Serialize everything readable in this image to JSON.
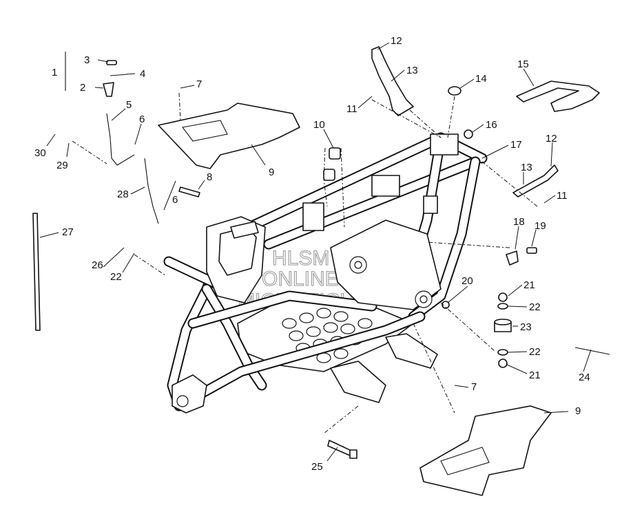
{
  "diagram": {
    "callouts": [
      {
        "id": "c1",
        "text": "1"
      },
      {
        "id": "c3",
        "text": "3"
      },
      {
        "id": "c4",
        "text": "4"
      },
      {
        "id": "c2",
        "text": "2"
      },
      {
        "id": "c5",
        "text": "5"
      },
      {
        "id": "c6a",
        "text": "6"
      },
      {
        "id": "c6b",
        "text": "6"
      },
      {
        "id": "c7a",
        "text": "7"
      },
      {
        "id": "c7b",
        "text": "7"
      },
      {
        "id": "c8",
        "text": "8"
      },
      {
        "id": "c9a",
        "text": "9"
      },
      {
        "id": "c9b",
        "text": "9"
      },
      {
        "id": "c10",
        "text": "10"
      },
      {
        "id": "c11a",
        "text": "11"
      },
      {
        "id": "c11b",
        "text": "11"
      },
      {
        "id": "c12a",
        "text": "12"
      },
      {
        "id": "c12b",
        "text": "12"
      },
      {
        "id": "c13a",
        "text": "13"
      },
      {
        "id": "c13b",
        "text": "13"
      },
      {
        "id": "c14",
        "text": "14"
      },
      {
        "id": "c15",
        "text": "15"
      },
      {
        "id": "c16",
        "text": "16"
      },
      {
        "id": "c17",
        "text": "17"
      },
      {
        "id": "c18",
        "text": "18"
      },
      {
        "id": "c19",
        "text": "19"
      },
      {
        "id": "c20",
        "text": "20"
      },
      {
        "id": "c21a",
        "text": "21"
      },
      {
        "id": "c21b",
        "text": "21"
      },
      {
        "id": "c22a",
        "text": "22"
      },
      {
        "id": "c22b",
        "text": "22"
      },
      {
        "id": "c22c",
        "text": "22"
      },
      {
        "id": "c23",
        "text": "23"
      },
      {
        "id": "c24",
        "text": "24"
      },
      {
        "id": "c25",
        "text": "25"
      },
      {
        "id": "c26",
        "text": "26"
      },
      {
        "id": "c27",
        "text": "27"
      },
      {
        "id": "c28",
        "text": "28"
      },
      {
        "id": "c29",
        "text": "29"
      },
      {
        "id": "c30",
        "text": "30"
      }
    ],
    "watermark": [
      "HLSM",
      "ONLINE",
      "MICROFICHE"
    ]
  }
}
